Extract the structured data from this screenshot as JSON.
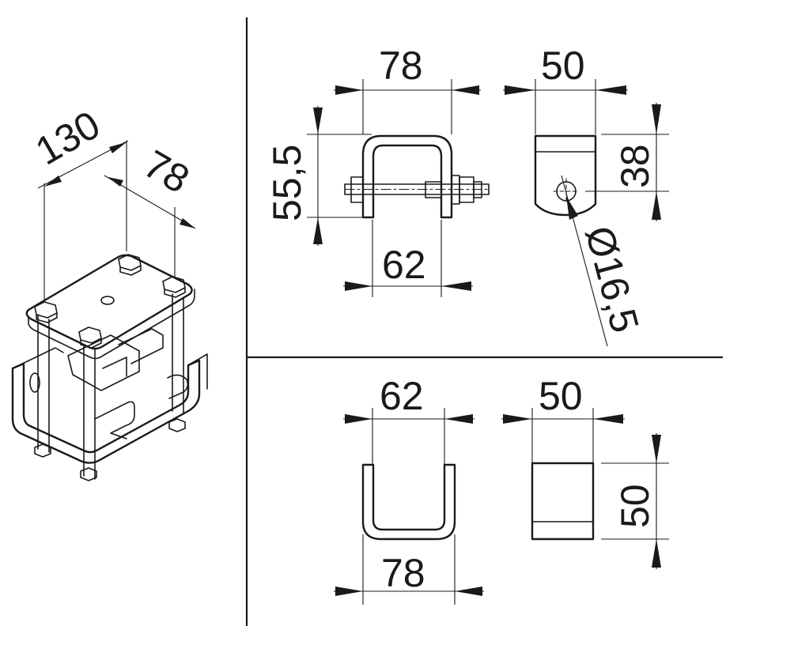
{
  "dimensions": {
    "iso_length": "130",
    "iso_width": "78",
    "front_top_width": "78",
    "front_height": "55,5",
    "front_inner_width": "62",
    "side_width": "50",
    "side_hole_height": "38",
    "side_hole_diameter": "Ø16,5",
    "bottom_front_inner": "62",
    "bottom_front_outer": "78",
    "bottom_side_width": "50",
    "bottom_side_height": "50"
  }
}
